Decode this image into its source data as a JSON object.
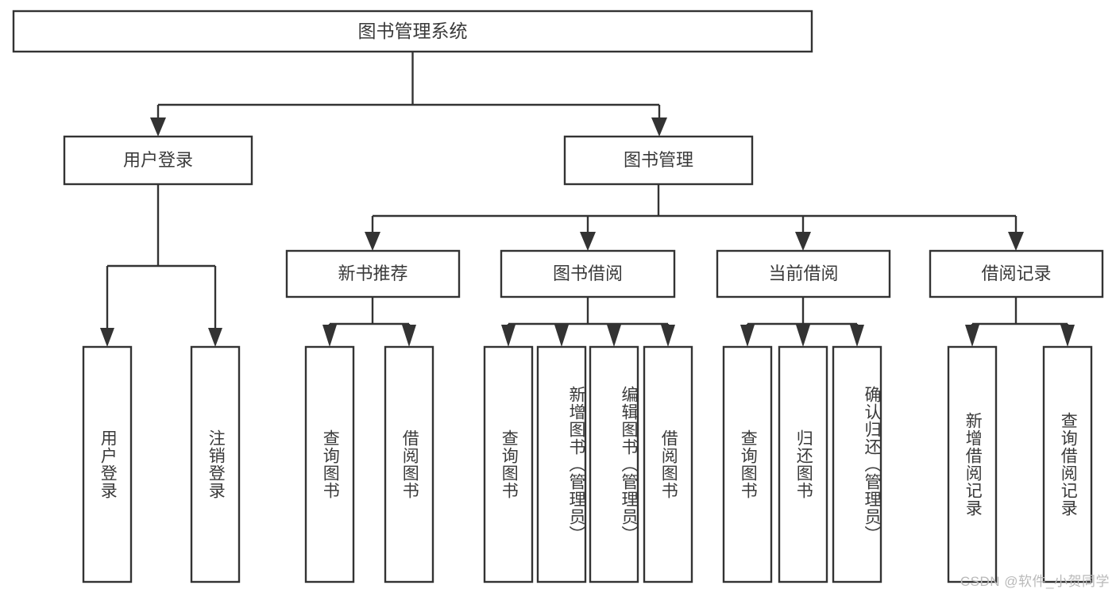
{
  "diagram": {
    "title": "图书管理系统",
    "type": "hierarchy-tree",
    "watermark": "CSDN @软件_小贺同学",
    "colors": {
      "stroke": "#333333",
      "box_fill": "#ffffff",
      "text": "#3a3a3a",
      "background": "#ffffff",
      "watermark": "#b9b9b9"
    },
    "levels": {
      "root": {
        "label": "图书管理系统"
      },
      "level2": [
        {
          "label": "用户登录"
        },
        {
          "label": "图书管理"
        }
      ],
      "level3": [
        {
          "label": "新书推荐"
        },
        {
          "label": "图书借阅"
        },
        {
          "label": "当前借阅"
        },
        {
          "label": "借阅记录"
        }
      ],
      "leaves": {
        "user_login": [
          {
            "label": "用户登录"
          },
          {
            "label": "注销登录"
          }
        ],
        "new_book_recommend": [
          {
            "label": "查询图书"
          },
          {
            "label": "借阅图书"
          }
        ],
        "book_borrow": [
          {
            "label": "查询图书"
          },
          {
            "label": "新增图书（管理员）"
          },
          {
            "label": "编辑图书（管理员）"
          },
          {
            "label": "借阅图书"
          }
        ],
        "current_borrow": [
          {
            "label": "查询图书"
          },
          {
            "label": "归还图书"
          },
          {
            "label": "确认归还（管理员）"
          }
        ],
        "borrow_record": [
          {
            "label": "新增借阅记录"
          },
          {
            "label": "查询借阅记录"
          }
        ]
      }
    }
  }
}
